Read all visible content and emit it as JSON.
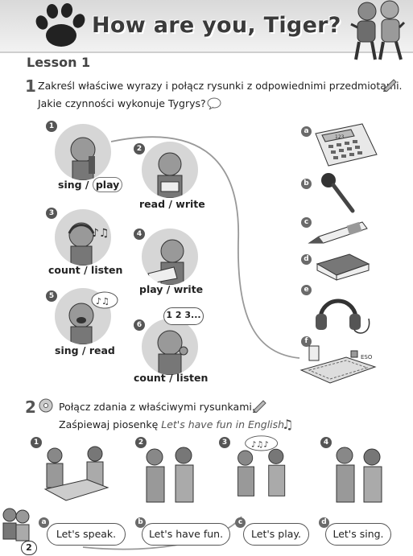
{
  "header": {
    "title": "How are you, Tiger?"
  },
  "lesson": "Lesson 1",
  "ex1": {
    "number": "1",
    "line1": "Zakreśl właściwe wyrazy i połącz rysunki z odpowiednimi przedmiotami.",
    "line2": "Jakie czynności wykonuje Tygrys?",
    "pictures": [
      {
        "num": "1",
        "caption_a": "sing /",
        "caption_b": "play"
      },
      {
        "num": "2",
        "caption": "read / write"
      },
      {
        "num": "3",
        "caption": "count / listen"
      },
      {
        "num": "4",
        "caption": "play / write"
      },
      {
        "num": "5",
        "caption": "sing / read"
      },
      {
        "num": "6",
        "caption": "count / listen",
        "bubble": "1 2 3..."
      }
    ],
    "objects": [
      {
        "letter": "a",
        "name": "calculator",
        "display": "123"
      },
      {
        "letter": "b",
        "name": "microphone"
      },
      {
        "letter": "c",
        "name": "pen"
      },
      {
        "letter": "d",
        "name": "book"
      },
      {
        "letter": "e",
        "name": "headphones"
      },
      {
        "letter": "f",
        "name": "board game"
      }
    ]
  },
  "ex2": {
    "number": "2",
    "line1": "Połącz zdania z właściwymi rysunkami.",
    "line2_plain": "Zaśpiewaj piosenkę ",
    "line2_song": "Let's have fun in English.",
    "scenes": [
      "1",
      "2",
      "3",
      "4"
    ],
    "sentences": [
      {
        "letter": "a",
        "text": "Let's speak."
      },
      {
        "letter": "b",
        "text": "Let's have fun."
      },
      {
        "letter": "c",
        "text": "Let's play."
      },
      {
        "letter": "d",
        "text": "Let's sing."
      }
    ]
  },
  "page_number": "2"
}
